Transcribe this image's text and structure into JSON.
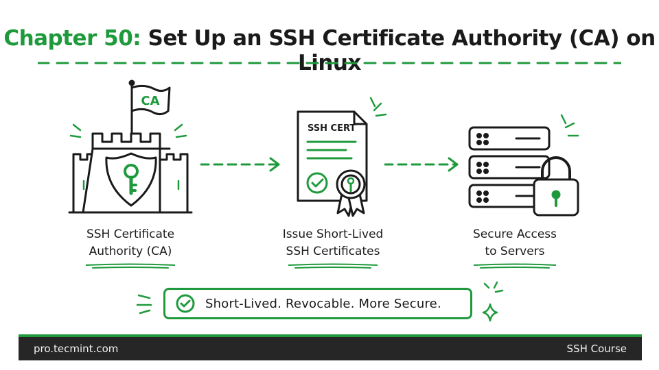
{
  "title": {
    "chapter": "Chapter 50:",
    "text": "Set Up an SSH Certificate Authority (CA) on Linux"
  },
  "steps": [
    {
      "line1": "SSH Certificate",
      "line2": "Authority (CA)",
      "flag_label": "CA"
    },
    {
      "line1": "Issue Short-Lived",
      "line2": "SSH Certificates",
      "doc_label": "SSH CERT"
    },
    {
      "line1": "Secure Access",
      "line2": "to Servers"
    }
  ],
  "tagline": "Short-Lived. Revocable. More Secure.",
  "footer": {
    "left": "pro.tecmint.com",
    "right": "SSH Course"
  },
  "colors": {
    "accent": "#1e9a3c",
    "ink": "#1a1a1a",
    "footer_bg": "#262626"
  }
}
